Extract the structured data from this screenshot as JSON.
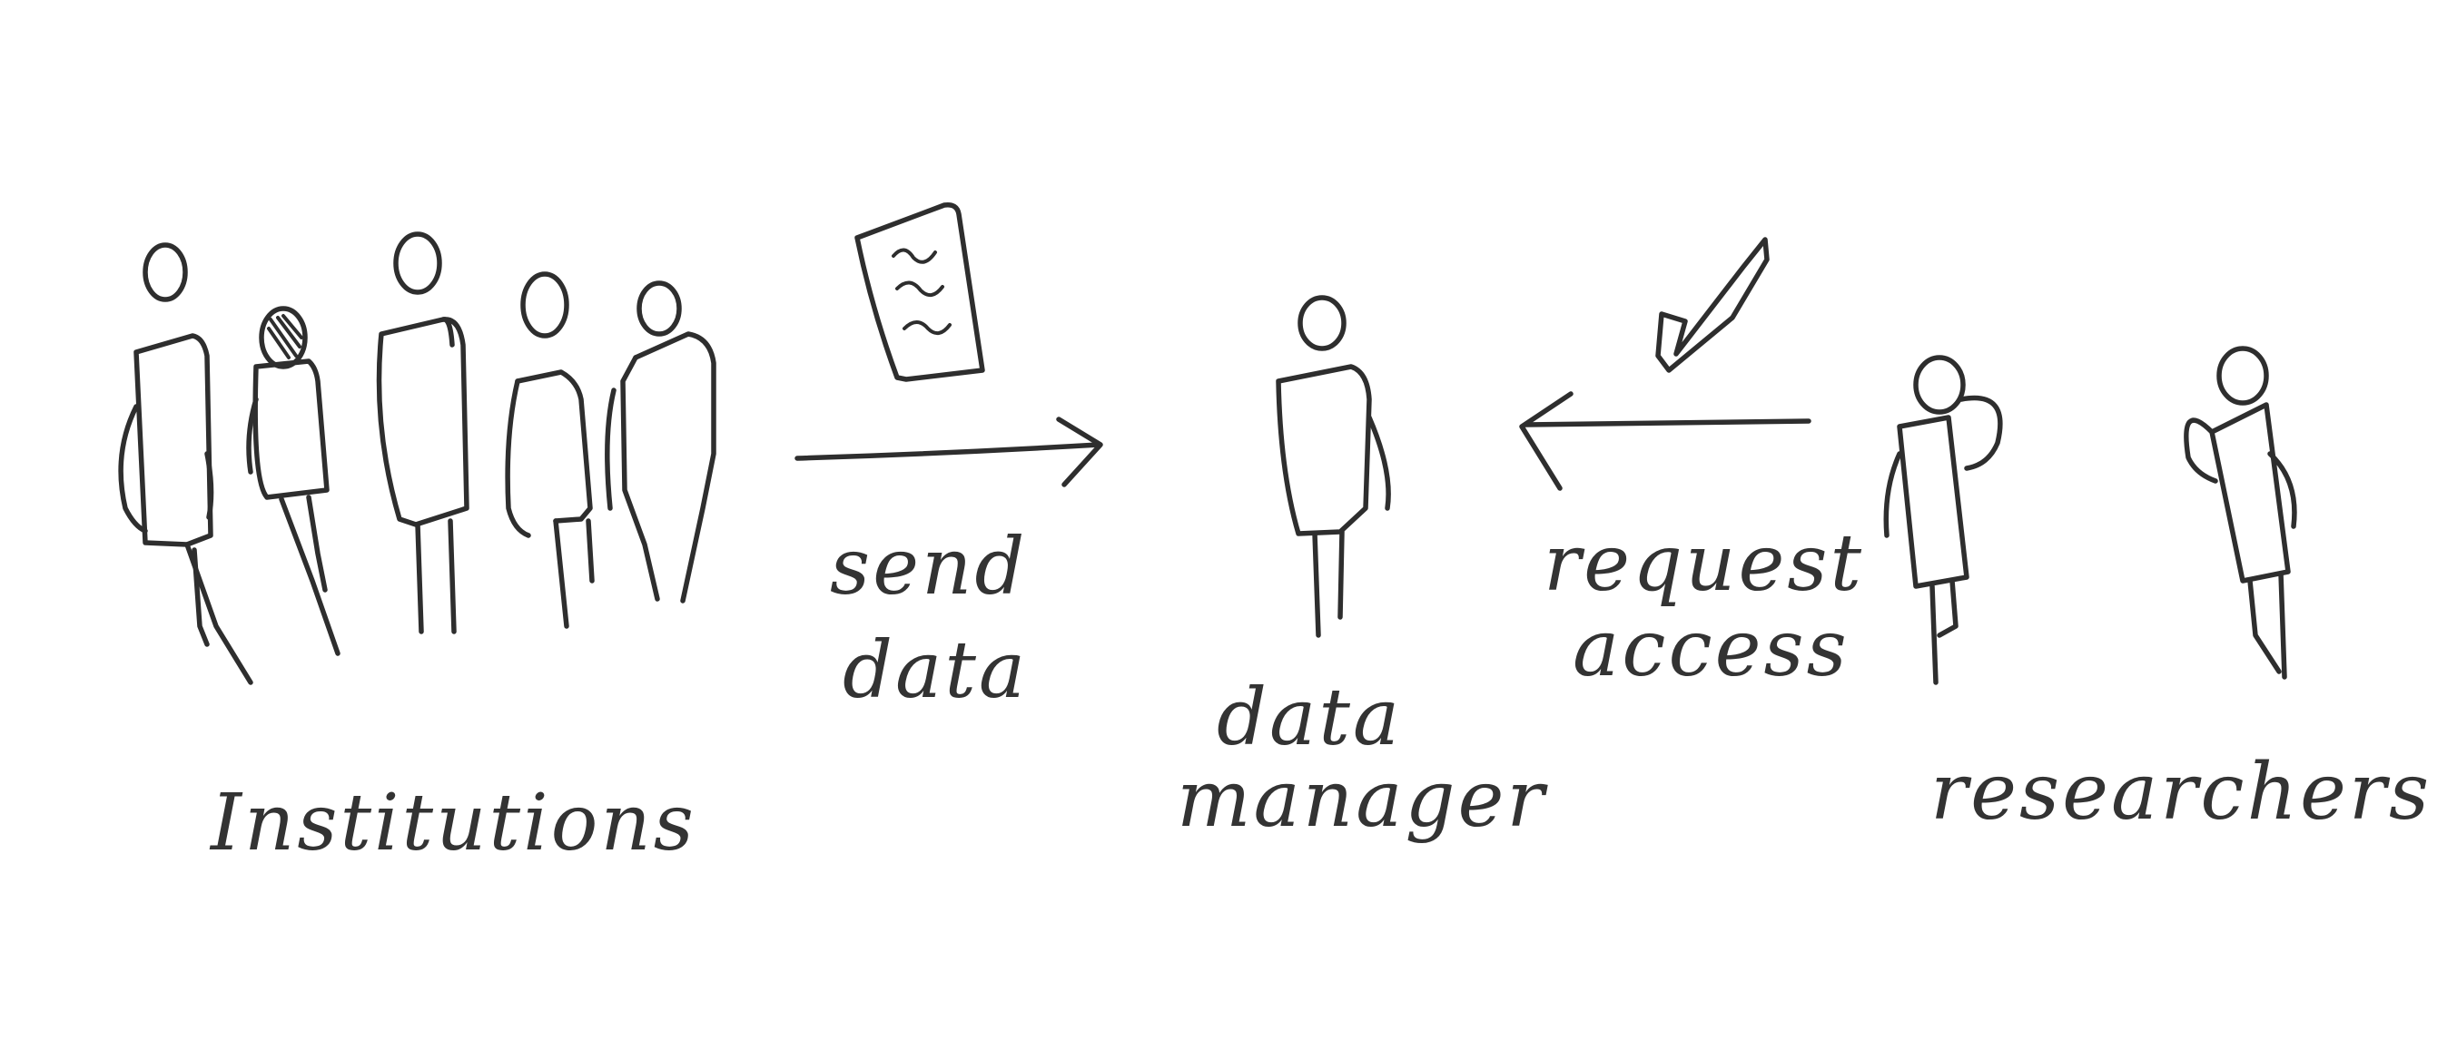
{
  "diagram": {
    "colors": {
      "ink": "#2e2e2e",
      "paper": "#ffffff"
    },
    "nodes": [
      {
        "id": "institutions",
        "label": "Institutions",
        "icon": "group-of-people-icon"
      },
      {
        "id": "data-manager",
        "label_line1": "data",
        "label_line2": "manager",
        "icon": "person-icon"
      },
      {
        "id": "researchers",
        "label": "researchers",
        "icon": "group-of-people-icon"
      }
    ],
    "edges": [
      {
        "from": "institutions",
        "to": "data-manager",
        "label_line1": "send",
        "label_line2": "data",
        "icon": "document-icon"
      },
      {
        "from": "researchers",
        "to": "data-manager",
        "label_line1": "request",
        "label_line2": "access",
        "icon": "checkmark-icon"
      }
    ]
  }
}
